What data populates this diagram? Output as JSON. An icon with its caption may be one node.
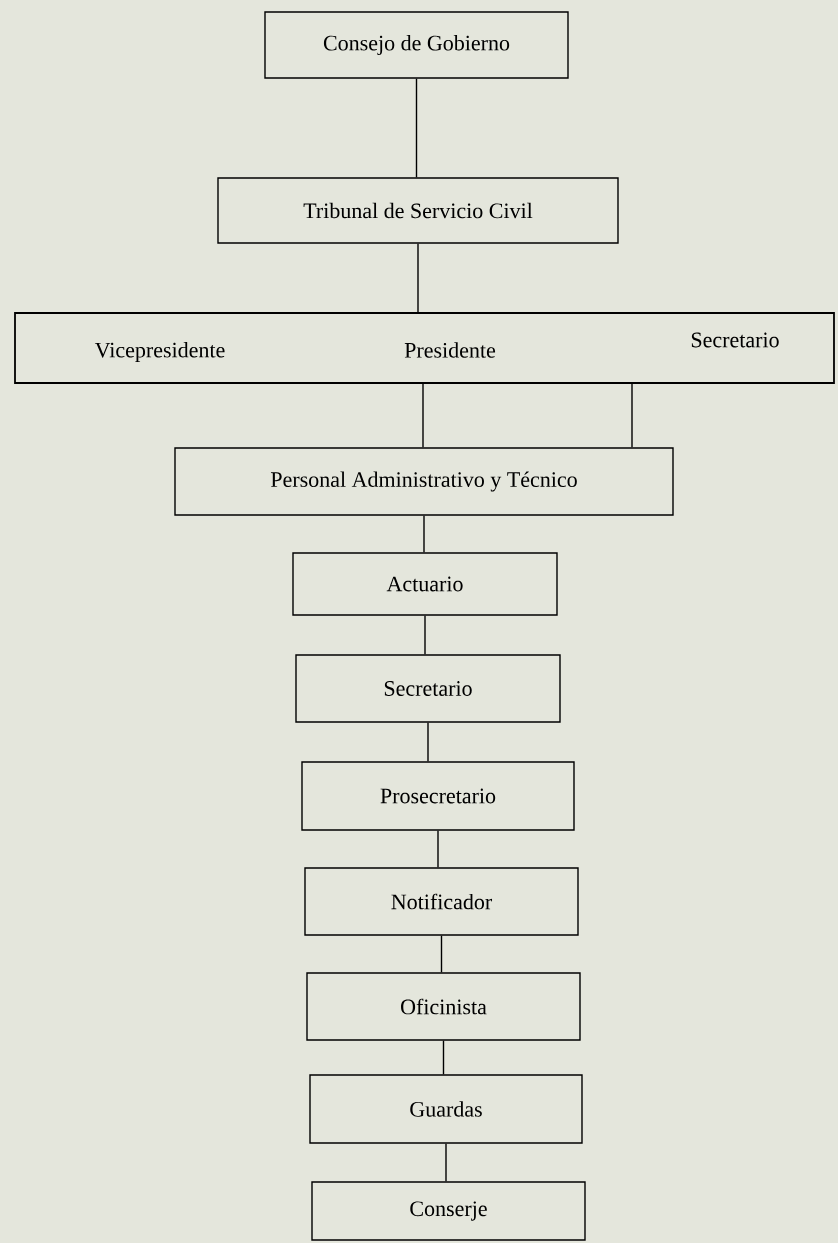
{
  "diagram": {
    "nodes": [
      {
        "text": [
          "Consejo de Gobierno"
        ]
      },
      {
        "text": [
          "Tribunal de Servicio Civil"
        ]
      },
      {
        "text": [],
        "shape": "band"
      },
      {
        "text": [
          "Vicepresidente"
        ],
        "in": 2
      },
      {
        "text": [
          "Presidente"
        ],
        "in": 2
      },
      {
        "text": [
          "Secretario"
        ],
        "in": 2
      },
      {
        "text": [
          "Personal Administrativo y Técnico"
        ]
      },
      {
        "text": [
          "Actuario"
        ]
      },
      {
        "text": [
          "Secretario"
        ]
      },
      {
        "text": [
          "Prosecretario"
        ]
      },
      {
        "text": [
          "Notificador"
        ]
      },
      {
        "text": [
          "Oficinista"
        ]
      },
      {
        "text": [
          "Guardas"
        ]
      },
      {
        "text": [
          "Conserje"
        ]
      }
    ],
    "edges": [
      {
        "from": 0,
        "to": 1,
        "arrow": "none"
      },
      {
        "from": 1,
        "to": 2,
        "arrow": "none"
      },
      {
        "from": 4,
        "to": 6,
        "arrow": "none"
      },
      {
        "from": 5,
        "to": 6,
        "arrow": "none"
      },
      {
        "from": 6,
        "to": 7,
        "arrow": "none"
      },
      {
        "from": 7,
        "to": 8,
        "arrow": "none"
      },
      {
        "from": 8,
        "to": 9,
        "arrow": "none"
      },
      {
        "from": 9,
        "to": 10,
        "arrow": "none"
      },
      {
        "from": 10,
        "to": 11,
        "arrow": "none"
      },
      {
        "from": 11,
        "to": 12,
        "arrow": "none"
      },
      {
        "from": 12,
        "to": 13,
        "arrow": "none"
      }
    ]
  }
}
